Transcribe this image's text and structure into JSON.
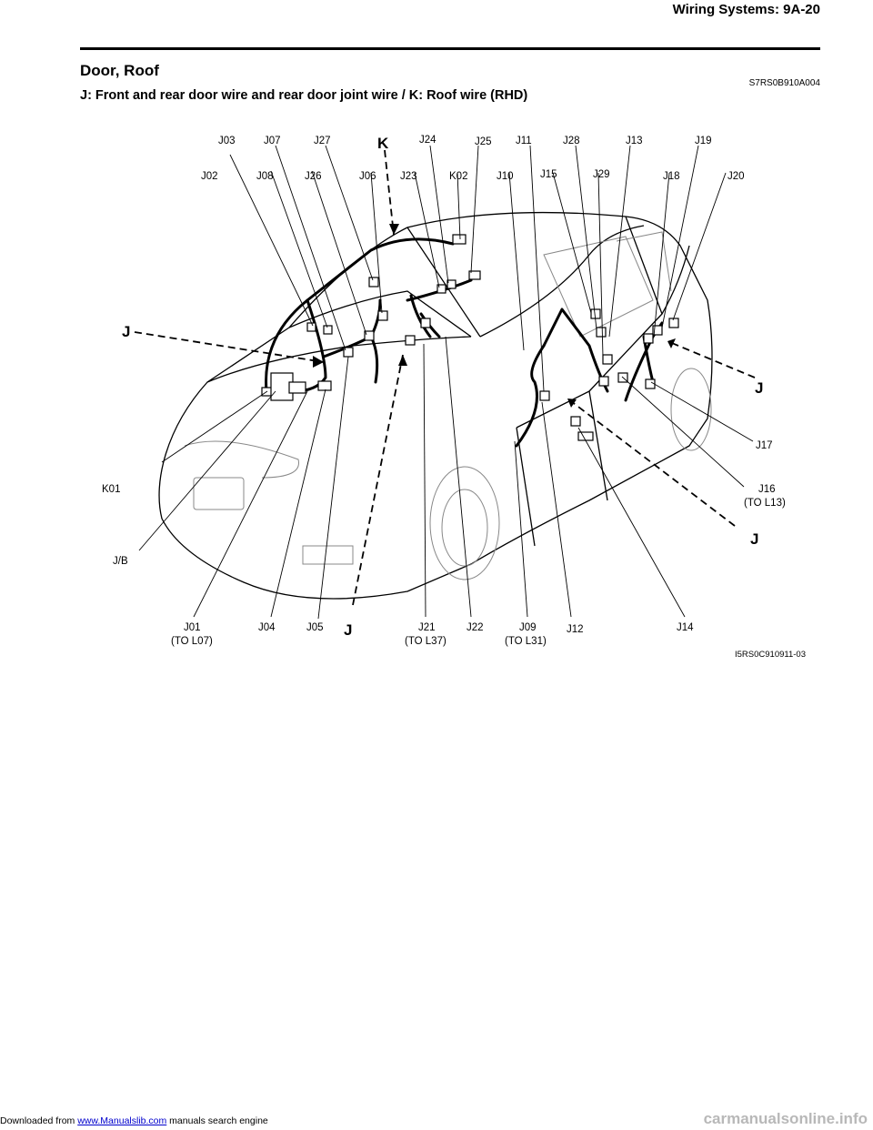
{
  "header": {
    "title": "Wiring Systems:    9A-20"
  },
  "section": {
    "title": "Door, Roof",
    "code": "S7RS0B910A004"
  },
  "subtitle": "J: Front and rear door wire and rear door joint wire / K: Roof wire (RHD)",
  "figure": {
    "id": "I5RS0C910911-03",
    "big_labels": [
      "J",
      "J",
      "J",
      "J",
      "K"
    ],
    "labels": {
      "J03": "J03",
      "J07": "J07",
      "J27": "J27",
      "J24": "J24",
      "J25": "J25",
      "J11": "J11",
      "J28": "J28",
      "J13": "J13",
      "J19": "J19",
      "J02": "J02",
      "J08": "J08",
      "J26": "J26",
      "J06": "J06",
      "J23": "J23",
      "K02": "K02",
      "J10": "J10",
      "J15": "J15",
      "J29": "J29",
      "J18": "J18",
      "J20": "J20",
      "J17": "J17",
      "J16": "J16",
      "J16_sub": "(TO L13)",
      "K01": "K01",
      "JB": "J/B",
      "J01": "J01",
      "J01_sub": "(TO L07)",
      "J04": "J04",
      "J05": "J05",
      "J21": "J21",
      "J21_sub": "(TO L37)",
      "J22": "J22",
      "J09": "J09",
      "J09_sub": "(TO L31)",
      "J12": "J12",
      "J14": "J14"
    }
  },
  "footer": {
    "prefix": "Downloaded from ",
    "link": "www.Manualslib.com",
    "suffix": "  manuals search engine",
    "watermark": "carmanualsonline.info"
  }
}
